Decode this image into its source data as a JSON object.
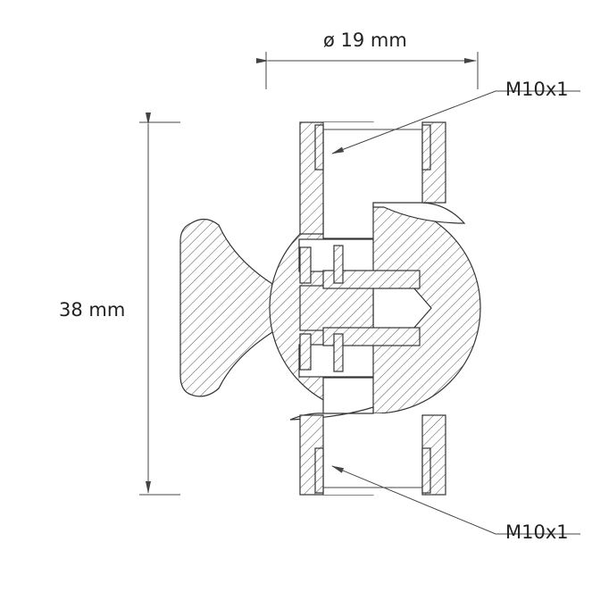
{
  "dimensions": {
    "diameter": "ø 19 mm",
    "height": "38 mm"
  },
  "callouts": {
    "top_thread": "M10x1",
    "bottom_thread": "M10x1"
  }
}
